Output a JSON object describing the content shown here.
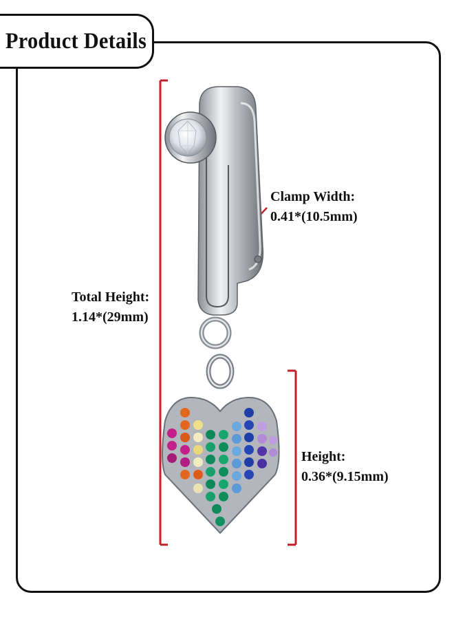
{
  "title": "Product Details",
  "dimensions": {
    "total_height_label": "Total Height:",
    "total_height_value": "1.14*(29mm)",
    "clamp_width_label": "Clamp Width:",
    "clamp_width_value": "0.41*(10.5mm)",
    "height_label": "Height:",
    "height_value": "0.36*(9.15mm)"
  },
  "colors": {
    "bracket": "#c0202a",
    "frame": "#111111",
    "metal": "#c8cbd0"
  },
  "icons": [
    "product-photo-clamp",
    "cz-crystal",
    "rainbow-heart-pendant"
  ]
}
